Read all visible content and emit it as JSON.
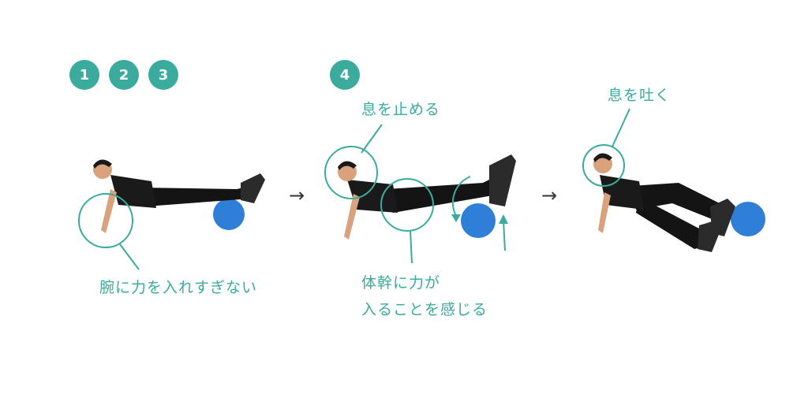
{
  "colors": {
    "accent": "#3aab9c",
    "ball": "#2f7fd8",
    "shirt": "#1a1a1a",
    "skin": "#d9a27c"
  },
  "steps": {
    "first": [
      "1",
      "2",
      "3"
    ],
    "second": [
      "4"
    ]
  },
  "labels": {
    "arms_relax": "腕に力を入れすぎない",
    "hold_breath": "息を止める",
    "core_line1": "体幹に力が",
    "core_line2": "入ることを感じる",
    "exhale": "息を吐く"
  },
  "separators": {
    "arrow": "→"
  }
}
